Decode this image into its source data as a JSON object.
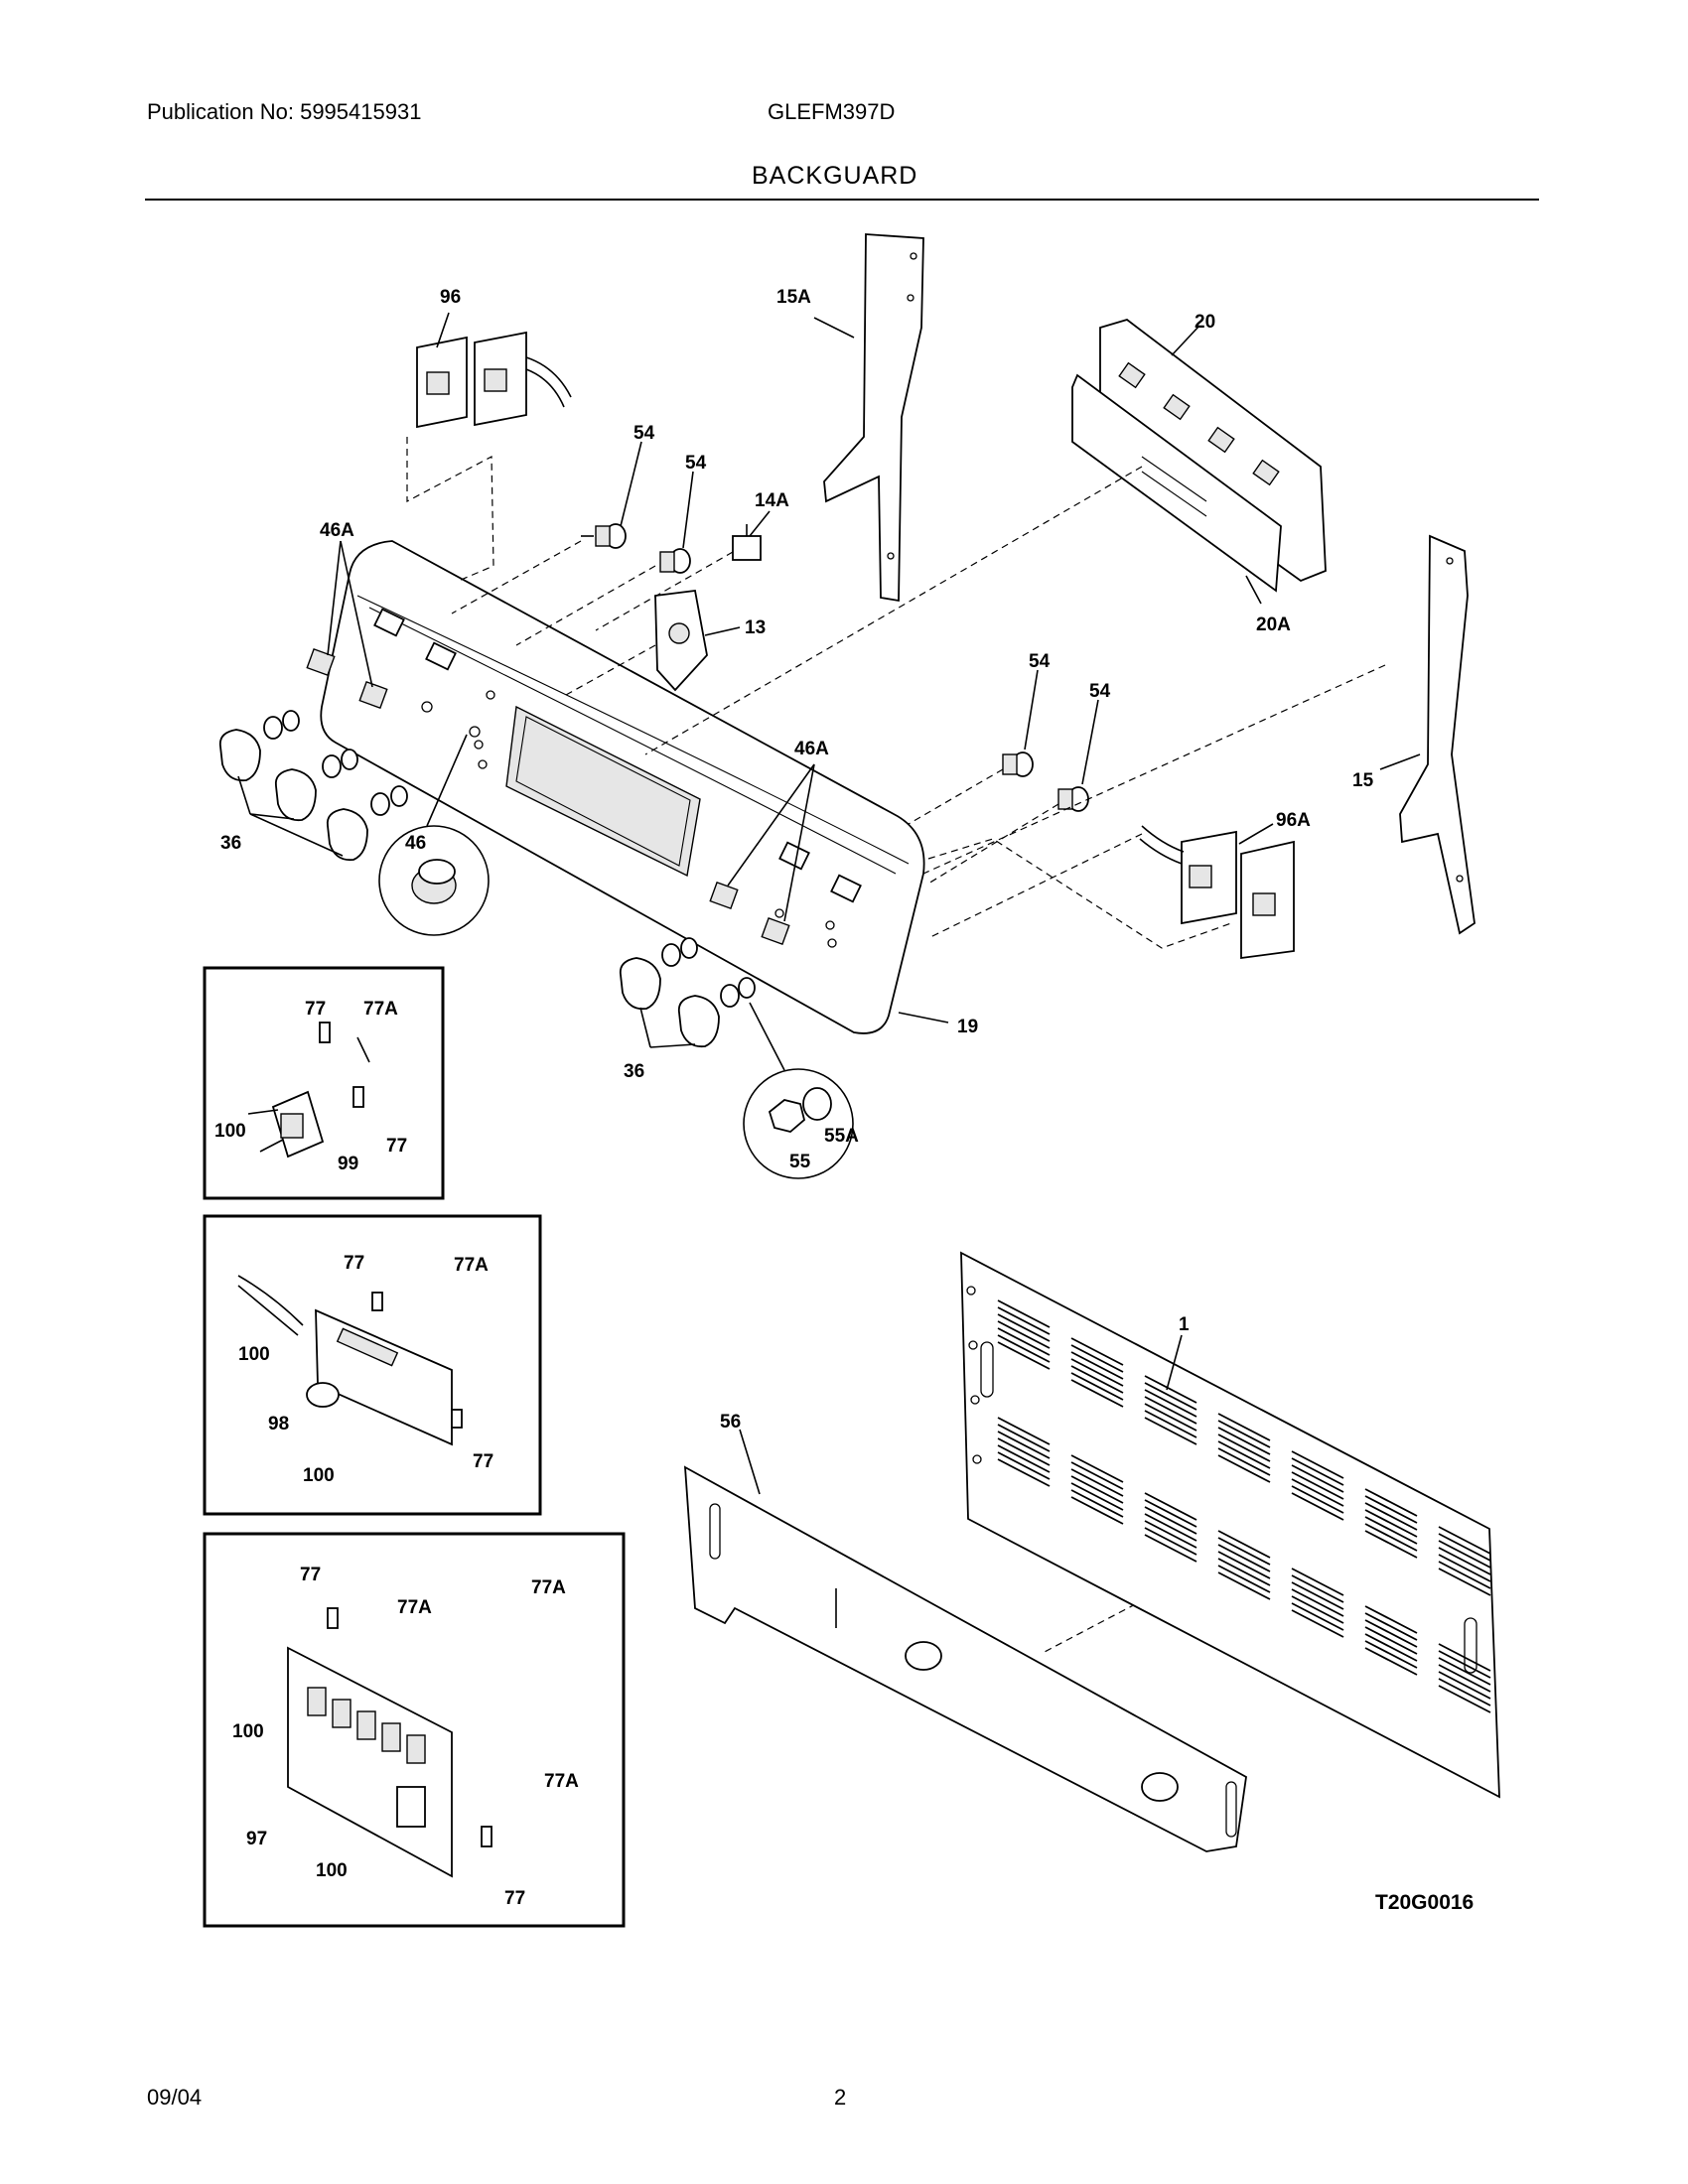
{
  "header": {
    "publication": "Publication No: 5995415931",
    "model": "GLEFM397D",
    "section_title": "BACKGUARD"
  },
  "footer": {
    "date": "09/04",
    "page_number": "2"
  },
  "figure": {
    "code": "T20G0016",
    "callouts": {
      "c96": "96",
      "c15A": "15A",
      "c20": "20",
      "c54a": "54",
      "c54b": "54",
      "c14A": "14A",
      "c46Aa": "46A",
      "c13": "13",
      "c20A": "20A",
      "c54c": "54",
      "c54d": "54",
      "c46Ab": "46A",
      "c15": "15",
      "c96A": "96A",
      "c36a": "36",
      "c46": "46",
      "c19": "19",
      "c36b": "36",
      "c55": "55",
      "c55A": "55A",
      "b1_77a": "77",
      "b1_77A": "77A",
      "b1_100": "100",
      "b1_99": "99",
      "b1_77b": "77",
      "b2_77a": "77",
      "b2_77A": "77A",
      "b2_100a": "100",
      "b2_98": "98",
      "b2_100b": "100",
      "b2_77b": "77",
      "b3_77a": "77",
      "b3_77Aa": "77A",
      "b3_77Ab": "77A",
      "b3_100a": "100",
      "b3_77Ac": "77A",
      "b3_97": "97",
      "b3_100b": "100",
      "b3_77b": "77",
      "c1": "1",
      "c56": "56"
    }
  }
}
